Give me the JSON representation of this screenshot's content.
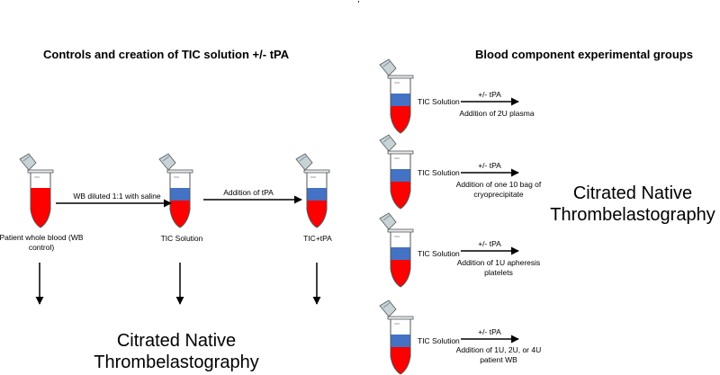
{
  "top_mark": ",",
  "left_panel": {
    "heading": "Controls and creation of TIC solution +/- tPA",
    "tube_labels": [
      "Patient whole blood (WB",
      "control)",
      "TIC Solution",
      "TIC+tPA"
    ],
    "arrow_labels": [
      "WB diluted 1:1 with saline",
      "Addition of tPA"
    ],
    "result": [
      "Citrated Native",
      "Thrombelastography"
    ]
  },
  "right_panel": {
    "heading": "Blood component experimental groups",
    "groups": [
      {
        "tube_label": "TIC Solution",
        "above": "+/- tPA",
        "below": [
          "Addition of 2U plasma"
        ]
      },
      {
        "tube_label": "TIC Solution",
        "above": "+/- tPA",
        "below": [
          "Addition of one 10 bag of",
          "cryoprecipitate"
        ]
      },
      {
        "tube_label": "TIC Solution",
        "above": "+/- tPA",
        "below": [
          "Addition of 1U apheresis",
          "platelets"
        ]
      },
      {
        "tube_label": "TIC Solution",
        "above": "+/- tPA",
        "below": [
          "Addition of 1U, 2U, or 4U",
          "patient WB"
        ]
      }
    ],
    "result": [
      "Citrated Native",
      "Thrombelastography"
    ]
  },
  "colors": {
    "blood": "#ff0000",
    "solution": "#4472c4",
    "tube_outline": "#555555",
    "cap": "#c8d3d8"
  },
  "icons": [
    "microcentrifuge-tube-icon",
    "arrow-right-icon",
    "arrow-down-icon"
  ]
}
